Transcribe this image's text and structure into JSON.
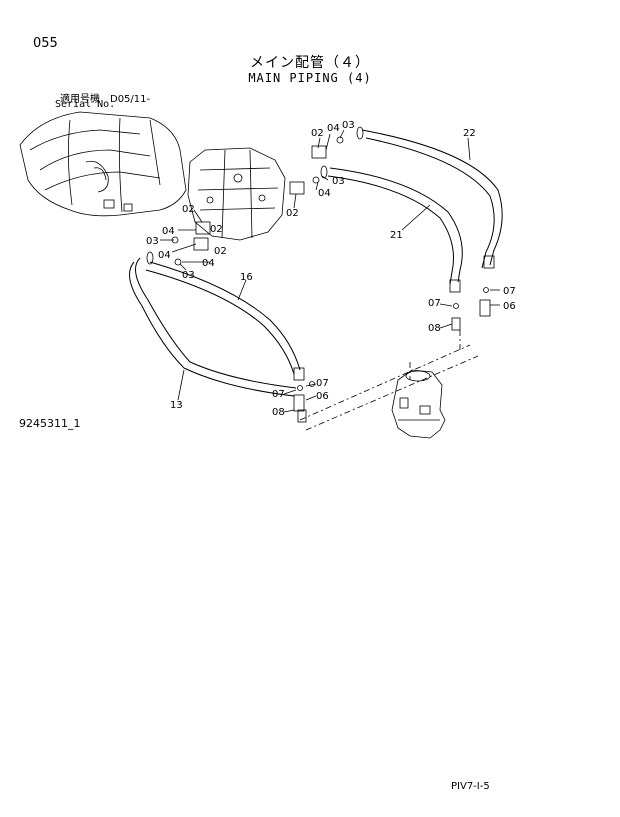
{
  "header": {
    "page_number": "055",
    "title_jp": "メイン配管（４）",
    "title_en": "MAIN PIPING (4)",
    "serial_jp": "適用号機　D05/11-",
    "serial_en": "Serial No."
  },
  "callouts": {
    "c02a": "02",
    "c04a": "04",
    "c03a": "03",
    "c22": "22",
    "c03b": "03",
    "c04b": "04",
    "c02b": "02",
    "c21": "21",
    "c02c": "02",
    "c02d": "02",
    "c04c": "04",
    "c03c": "03",
    "c04d": "04",
    "c02e": "02",
    "c04e": "04",
    "c03d": "03",
    "c16": "16",
    "c07a": "07",
    "c07b": "07",
    "c06a": "06",
    "c08a": "08",
    "c13": "13",
    "c07c": "07",
    "c07d": "07",
    "c06b": "06",
    "c08b": "08"
  },
  "footer": {
    "figure_id": "9245311_1",
    "page_code": "PIV7-I-5"
  }
}
